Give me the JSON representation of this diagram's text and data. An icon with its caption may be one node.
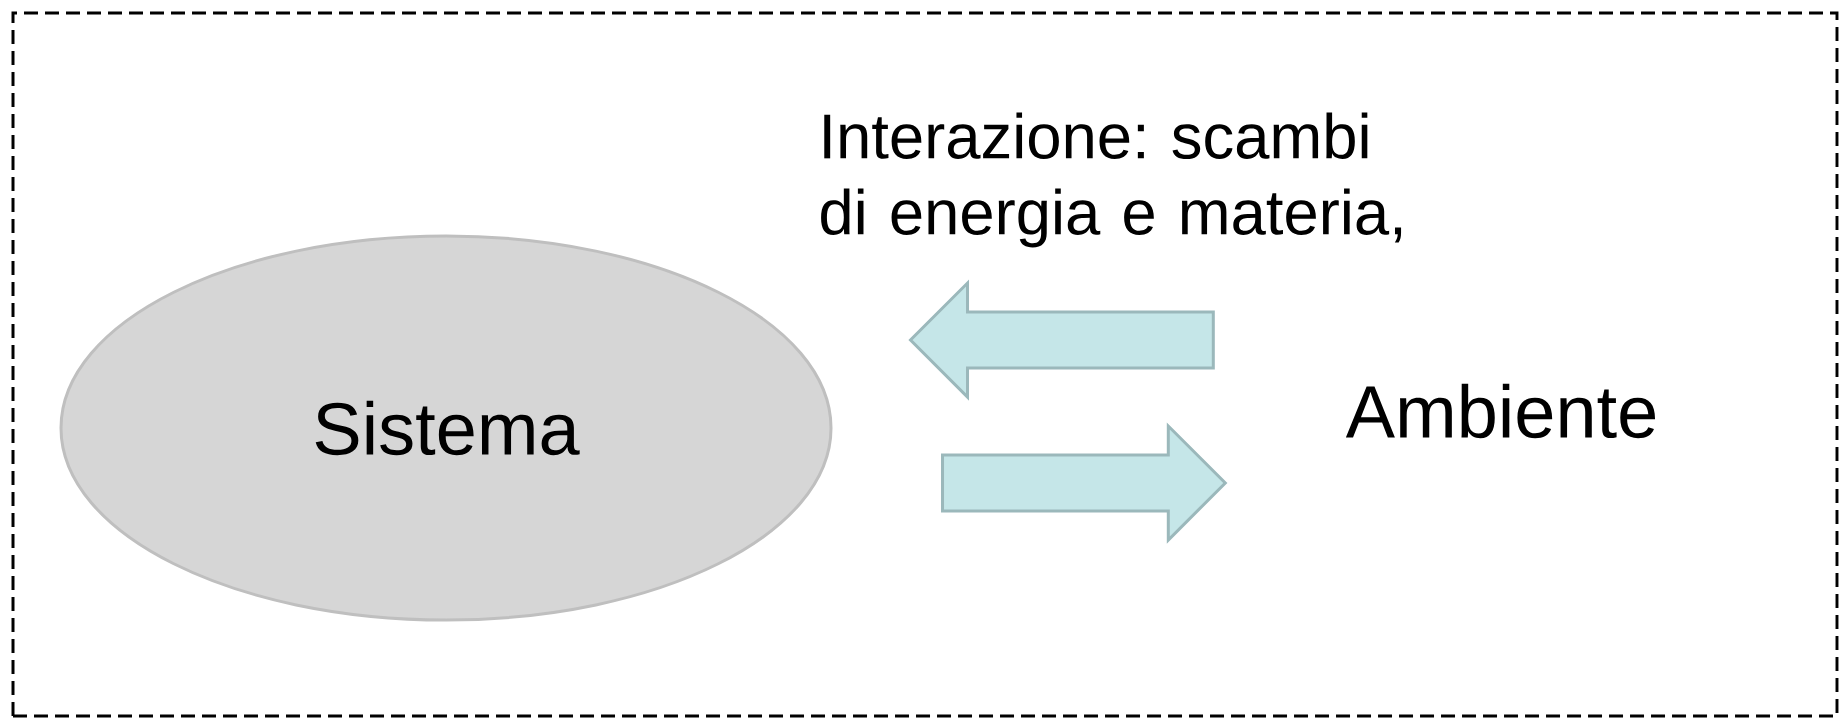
{
  "diagram": {
    "nodes": [
      {
        "text": [],
        "shape": "box"
      },
      {
        "text": [
          "Sistema"
        ],
        "in": 0
      },
      {
        "text": [
          "Ambiente"
        ],
        "in": 0
      }
    ],
    "edges": [
      {
        "from": 2,
        "to": 1,
        "arrow": "to"
      },
      {
        "from": 1,
        "to": 2,
        "arrow": "to"
      }
    ],
    "labels": [
      "Interazione: scambi di energia e materia,"
    ]
  }
}
